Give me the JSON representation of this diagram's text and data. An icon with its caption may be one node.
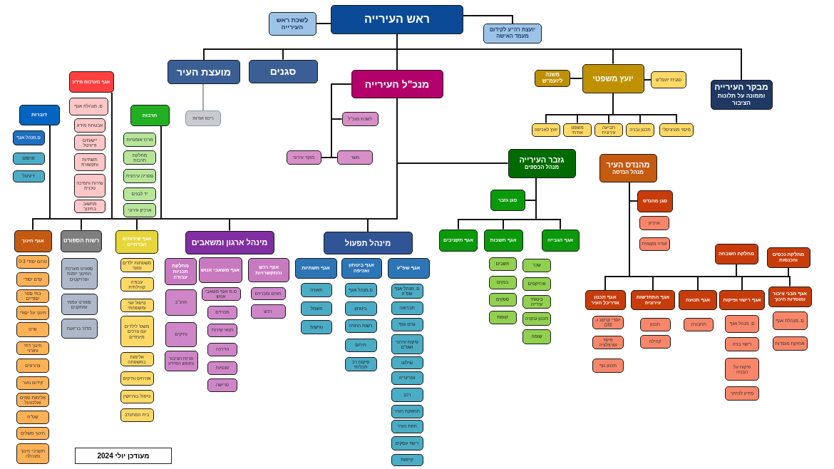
{
  "diagram": {
    "nodes": [
      {
        "text": [
          "ראש העירייה"
        ]
      },
      {
        "text": [
          "לשכת ראש העירייה"
        ]
      },
      {
        "text": [
          "יועצת רה\"ע לקידום מעמד האישה"
        ]
      },
      {
        "text": [
          "מבקר העירייה",
          "וממונה על תלונות הציבור"
        ]
      },
      {
        "text": [
          "יועץ משפטי"
        ]
      },
      {
        "text": [
          "סגנית יועמ\"ש"
        ]
      },
      {
        "text": [
          "משנה ליועמ\"ש"
        ]
      },
      {
        "text": [
          "מנכ\"ל העירייה"
        ]
      },
      {
        "text": [
          "סגנים"
        ]
      },
      {
        "text": [
          "מועצת העיר"
        ]
      },
      {
        "text": [
          "ריכוז ועדות"
        ]
      },
      {
        "text": [
          "מיסוי מוניציפלי"
        ]
      },
      {
        "text": [
          "תכנון ובניה"
        ]
      },
      {
        "text": [
          "תביעה עירונית"
        ]
      },
      {
        "text": [
          "משפט אזרחי"
        ]
      },
      {
        "text": [
          "יועץ לאכיפה"
        ]
      },
      {
        "text": [
          "לשכת מנכ\"ל"
        ]
      },
      {
        "text": [
          "משר"
        ]
      },
      {
        "text": [
          "מוקד עירוני"
        ]
      },
      {
        "text": [
          "גזבר העירייה",
          "מנהל הכספים"
        ]
      },
      {
        "text": [
          "מהנדס העיר",
          "מנהל הנדסה"
        ]
      },
      {
        "text": [
          "סגן גזבר"
        ]
      },
      {
        "text": [
          "סגן מהנדס"
        ]
      },
      {
        "text": [
          "ארכיון"
        ]
      },
      {
        "text": [
          "ועדה מקומית"
        ]
      },
      {
        "text": [
          "אגף מערכות מידע"
        ]
      },
      {
        "text": [
          "ס. מנהלת אגף"
        ]
      },
      {
        "text": [
          "אבטחת מידע"
        ]
      },
      {
        "text": [
          "יישומים ודיגיטל"
        ]
      },
      {
        "text": [
          "תשתיות ותקשורת"
        ]
      },
      {
        "text": [
          "שירות ותמיכה טכנית"
        ]
      },
      {
        "text": [
          "מחשוב בחינוך"
        ]
      },
      {
        "text": [
          "תרבות"
        ]
      },
      {
        "text": [
          "מרכז אומנויות"
        ]
      },
      {
        "text": [
          "מחלקת תרבות"
        ]
      },
      {
        "text": [
          "ספריה עירונית"
        ]
      },
      {
        "text": [
          "יד לבנים"
        ]
      },
      {
        "text": [
          "ארכיון עירוני"
        ]
      },
      {
        "text": [
          "דוברות"
        ]
      },
      {
        "text": [
          "ס.מנהל אגף"
        ]
      },
      {
        "text": [
          "פרסום"
        ]
      },
      {
        "text": [
          "דיגיטל"
        ]
      },
      {
        "text": [
          "אגף הגבייה"
        ]
      },
      {
        "text": [
          "אגף חשבות"
        ]
      },
      {
        "text": [
          "אגף תקציבים"
        ]
      },
      {
        "text": [
          "שכר"
        ]
      },
      {
        "text": [
          "פרויקטים"
        ]
      },
      {
        "text": [
          "ביטוחי עירייה"
        ]
      },
      {
        "text": [
          "תכנון ובקרה"
        ]
      },
      {
        "text": [
          "שומה"
        ]
      },
      {
        "text": [
          "חשבים"
        ]
      },
      {
        "text": [
          "בנקים"
        ]
      },
      {
        "text": [
          "ספקים"
        ]
      },
      {
        "text": [
          "קופות"
        ]
      },
      {
        "text": [
          "מחלקת נכסים והכנסות"
        ]
      },
      {
        "text": [
          "מחלקת השבחה"
        ]
      },
      {
        "text": [
          "אגף מבני ציבור ומוסדות חינוך"
        ]
      },
      {
        "text": [
          "אגף רישוי ופיקוח"
        ]
      },
      {
        "text": [
          "אגף תנועה"
        ]
      },
      {
        "text": [
          "אגף התחדשות עירונית"
        ]
      },
      {
        "text": [
          "אגף תכנון אדריכל העיר"
        ]
      },
      {
        "text": [
          "ס. מנהלת אגף"
        ]
      },
      {
        "text": [
          "אחזקת מוסדות"
        ]
      },
      {
        "text": [
          "ס. מנהל אגף"
        ]
      },
      {
        "text": [
          "רישוי בניה"
        ]
      },
      {
        "text": [
          "פיקוח על הבניה"
        ]
      },
      {
        "text": [
          "מידע להיתר"
        ]
      },
      {
        "text": [
          "תחבורה"
        ]
      },
      {
        "text": [
          "תכנון"
        ]
      },
      {
        "text": [
          "קהילה"
        ]
      },
      {
        "text": [
          "יעודי קרקע ו-GIS"
        ]
      },
      {
        "text": [
          "מיפוי ופרצלציה"
        ]
      },
      {
        "text": [
          "תכנון נוף"
        ]
      },
      {
        "text": [
          "מינהל תפעול"
        ]
      },
      {
        "text": [
          "מינהל ארגון ומשאבים"
        ]
      },
      {
        "text": [
          "אגף שירותים חברתיים"
        ]
      },
      {
        "text": [
          "רשות הספורט"
        ]
      },
      {
        "text": [
          "אגף חינוך"
        ]
      },
      {
        "text": [
          "אגף שפ\"ע"
        ]
      },
      {
        "text": [
          "אגף ביטחון ואכיפה"
        ]
      },
      {
        "text": [
          "אגף תשתיות"
        ]
      },
      {
        "text": [
          "אגף רכש והתקשרויות"
        ]
      },
      {
        "text": [
          "אגף משאבי אנוש"
        ]
      },
      {
        "text": [
          "מחלקת תכניות עבודה"
        ]
      },
      {
        "text": [
          "ס. מנהל אגף שפ\"ע"
        ]
      },
      {
        "text": [
          "תברואה"
        ]
      },
      {
        "text": [
          "גנים ונוף"
        ]
      },
      {
        "text": [
          "פיקוח עירוני ושפ\"ם"
        ]
      },
      {
        "text": [
          "שילוט"
        ]
      },
      {
        "text": [
          "וטרינריה"
        ]
      },
      {
        "text": [
          "רכב"
        ]
      },
      {
        "text": [
          "תחזוקת העיר"
        ]
      },
      {
        "text": [
          "חזות העיר"
        ]
      },
      {
        "text": [
          "רישוי עסקים"
        ]
      },
      {
        "text": [
          "קיימות"
        ]
      },
      {
        "text": [
          "ס.מנהל אגף"
        ]
      },
      {
        "text": [
          "ביטחון"
        ]
      },
      {
        "text": [
          "רשות החניה"
        ]
      },
      {
        "text": [
          "חירום"
        ]
      },
      {
        "text": [
          "פיקוח רב תכליתי"
        ]
      },
      {
        "text": [
          "תאורה"
        ]
      },
      {
        "text": [
          "חשמל"
        ]
      },
      {
        "text": [
          "נגישות"
        ]
      },
      {
        "text": [
          "חוזים ומכרזים"
        ]
      },
      {
        "text": [
          "רכש"
        ]
      },
      {
        "text": [
          "ס.מ אגף משאבי אנוש"
        ]
      },
      {
        "text": [
          "מכרזים"
        ]
      },
      {
        "text": [
          "תנאי שירות"
        ]
      },
      {
        "text": [
          "הדרכה"
        ]
      },
      {
        "text": [
          "פנסיות"
        ]
      },
      {
        "text": [
          "פרישה"
        ]
      },
      {
        "text": [
          "תהנ\"ב"
        ]
      },
      {
        "text": [
          "ותיקים"
        ]
      },
      {
        "text": [
          "פניות הציבור וחופש המידע"
        ]
      },
      {
        "text": [
          "משפחות ילדים ונוער"
        ]
      },
      {
        "text": [
          "עבודה קהילתית"
        ]
      },
      {
        "text": [
          "טיפול זוגי ומשפחתי"
        ]
      },
      {
        "text": [
          "משפ' לילדים עם צרכים מיוחדים"
        ]
      },
      {
        "text": [
          "אלימות במשפחה"
        ]
      },
      {
        "text": [
          "אזרחים ותיקים"
        ]
      },
      {
        "text": [
          "טיפול בגירושין"
        ]
      },
      {
        "text": [
          "בית המתנדב"
        ]
      },
      {
        "text": [
          "ספורט מערכת החינוך יזמות ופרויקטים"
        ]
      },
      {
        "text": [
          "ספורט עממי ומתקנים"
        ]
      },
      {
        "text": [
          "מדור בריאות"
        ]
      },
      {
        "text": [
          "טרום יסודי 0-3"
        ]
      },
      {
        "text": [
          "קדם יסודי"
        ]
      },
      {
        "text": [
          "בתי ספר יסודיים"
        ]
      },
      {
        "text": [
          "חינוך על יסודי"
        ]
      },
      {
        "text": [
          "פרט"
        ]
      },
      {
        "text": [
          "חינוך דתי ותורני"
        ]
      },
      {
        "text": [
          "צהרונים"
        ]
      },
      {
        "text": [
          "קידום נוער"
        ]
      },
      {
        "text": [
          "אלימות סמים ואלכוהול"
        ]
      },
      {
        "text": [
          "שפ\"ח"
        ]
      },
      {
        "text": [
          "חינוך משלים"
        ]
      },
      {
        "text": [
          "תקציבי חינוך ומנהלה"
        ]
      }
    ],
    "edges": [
      {
        "from": 0,
        "to": 1,
        "arrow": "none"
      },
      {
        "from": 0,
        "to": 2,
        "arrow": "none"
      },
      {
        "from": 0,
        "to": 3,
        "arrow": "none"
      },
      {
        "from": 0,
        "to": 4,
        "arrow": "none"
      },
      {
        "from": 0,
        "to": 7,
        "arrow": "none"
      },
      {
        "from": 0,
        "to": 8,
        "arrow": "none"
      },
      {
        "from": 0,
        "to": 9,
        "arrow": "none"
      },
      {
        "from": 4,
        "to": 5,
        "arrow": "none"
      },
      {
        "from": 4,
        "to": 6,
        "arrow": "none"
      },
      {
        "from": 4,
        "to": 11,
        "arrow": "none"
      },
      {
        "from": 4,
        "to": 12,
        "arrow": "none"
      },
      {
        "from": 4,
        "to": 13,
        "arrow": "none"
      },
      {
        "from": 4,
        "to": 14,
        "arrow": "none"
      },
      {
        "from": 4,
        "to": 15,
        "arrow": "none"
      },
      {
        "from": 9,
        "to": 10,
        "arrow": "none",
        "color": "#a6a6a6"
      },
      {
        "from": 7,
        "to": 16,
        "arrow": "none"
      },
      {
        "from": 7,
        "to": 17,
        "arrow": "none"
      },
      {
        "from": 7,
        "to": 18,
        "arrow": "none"
      },
      {
        "from": 7,
        "to": 19,
        "arrow": "none"
      },
      {
        "from": 19,
        "to": 21,
        "arrow": "none"
      },
      {
        "from": 19,
        "to": 44,
        "arrow": "none"
      },
      {
        "from": 19,
        "to": 43,
        "arrow": "none"
      },
      {
        "from": 19,
        "to": 42,
        "arrow": "none"
      },
      {
        "from": 20,
        "to": 22,
        "arrow": "none"
      },
      {
        "from": 20,
        "to": 60,
        "arrow": "none"
      },
      {
        "from": 20,
        "to": 59,
        "arrow": "none"
      },
      {
        "from": 20,
        "to": 58,
        "arrow": "none"
      },
      {
        "from": 20,
        "to": 57,
        "arrow": "none"
      },
      {
        "from": 20,
        "to": 56,
        "arrow": "none"
      },
      {
        "from": 20,
        "to": 55,
        "arrow": "none"
      },
      {
        "from": 20,
        "to": 54,
        "arrow": "none"
      },
      {
        "from": 7,
        "to": 25,
        "arrow": "none"
      },
      {
        "from": 7,
        "to": 32,
        "arrow": "none"
      },
      {
        "from": 7,
        "to": 38,
        "arrow": "none"
      },
      {
        "from": 7,
        "to": 77,
        "arrow": "none"
      },
      {
        "from": 7,
        "to": 76,
        "arrow": "none"
      },
      {
        "from": 7,
        "to": 75,
        "arrow": "none"
      },
      {
        "from": 7,
        "to": 74,
        "arrow": "none"
      },
      {
        "from": 7,
        "to": 73,
        "arrow": "none"
      }
    ],
    "labels": [
      "מעודכן יולי 2024"
    ]
  }
}
